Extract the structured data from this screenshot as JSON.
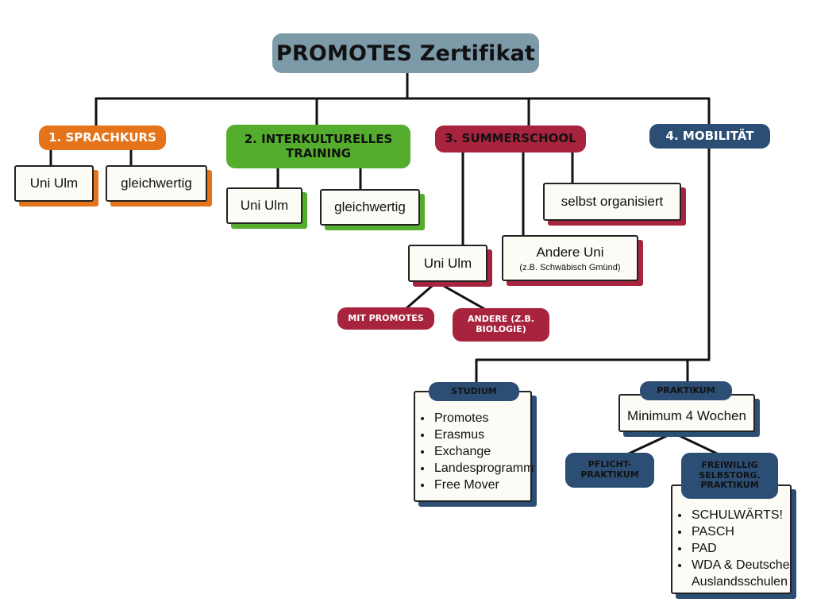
{
  "title": "PROMOTES Zertifikat",
  "colors": {
    "orange": "#e4731a",
    "green": "#54ad2c",
    "red": "#a8243e",
    "blue": "#2c4e75",
    "title_bg": "#7d9aa9"
  },
  "sprachkurs": {
    "label": "1. SPRACHKURS",
    "options": [
      "Uni Ulm",
      "gleichwertig"
    ]
  },
  "training": {
    "label": "2. INTERKULTURELLES TRAINING",
    "options": [
      "Uni Ulm",
      "gleichwertig"
    ]
  },
  "summerschool": {
    "label": "3. SUMMERSCHOOL",
    "self": "selbst organisiert",
    "andere_uni": {
      "label": "Andere Uni",
      "note": "(z.B. Schwäbisch Gmünd)"
    },
    "uni_ulm": {
      "label": "Uni Ulm",
      "mit": "MIT PROMOTES",
      "andere": "ANDERE (Z.B. BIOLOGIE)"
    }
  },
  "mobilitaet": {
    "label": "4. MOBILITÄT",
    "studium": {
      "label": "STUDIUM",
      "items": [
        "Promotes",
        "Erasmus",
        "Exchange",
        "Landesprogramm",
        "Free Mover"
      ]
    },
    "praktikum": {
      "label": "PRAKTIKUM",
      "minimum": "Minimum 4 Wochen",
      "pflicht": "PFLICHT-PRAKTIKUM",
      "freiwillig": "FREIWILLIG SELBSTORG. PRAKTIKUM",
      "items": [
        "SCHULWÄRTS!",
        "PASCH",
        "PAD",
        "WDA & Deutsche Auslandsschulen"
      ]
    }
  }
}
